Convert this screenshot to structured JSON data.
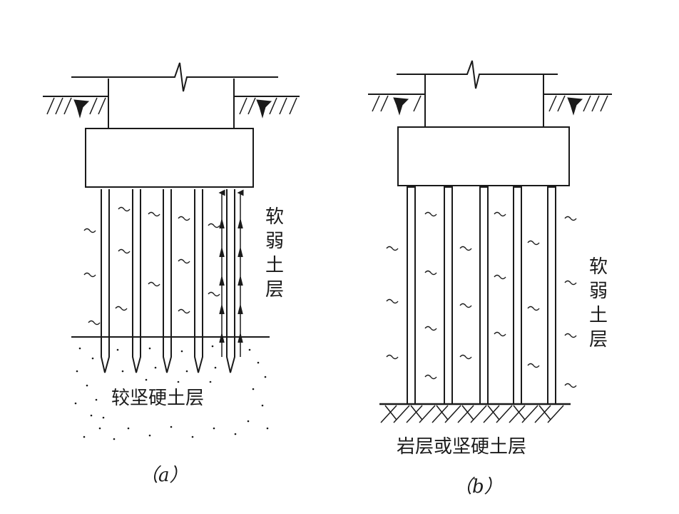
{
  "panel_a": {
    "caption": "（a）",
    "soft_layer": [
      "软",
      "弱",
      "土",
      "层"
    ],
    "hard_layer": "较坚硬土层"
  },
  "panel_b": {
    "caption": "（b）",
    "soft_layer": [
      "软",
      "弱",
      "土",
      "层"
    ],
    "bearing_layer": "岩层或坚硬土层"
  },
  "colors": {
    "ink": "#1a1a1a",
    "paper": "#ffffff"
  }
}
